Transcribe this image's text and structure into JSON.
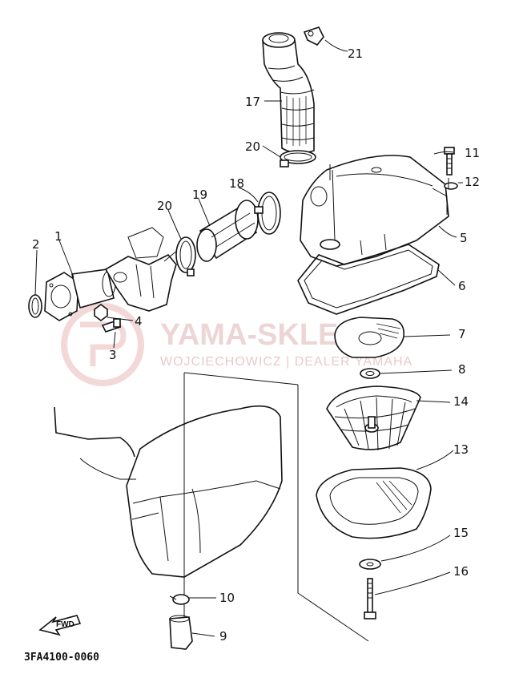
{
  "diagram": {
    "code": "3FA4100-0060",
    "watermark": {
      "title": "YAMA-SKLEP.PL",
      "subtitle": "WOJCIECHOWICZ | DEALER YAMAHA"
    },
    "fwd_label": "FWD",
    "callouts": [
      {
        "id": "1",
        "label": "1"
      },
      {
        "id": "2",
        "label": "2"
      },
      {
        "id": "3",
        "label": "3"
      },
      {
        "id": "4",
        "label": "4"
      },
      {
        "id": "5",
        "label": "5"
      },
      {
        "id": "6",
        "label": "6"
      },
      {
        "id": "7",
        "label": "7"
      },
      {
        "id": "8",
        "label": "8"
      },
      {
        "id": "9",
        "label": "9"
      },
      {
        "id": "10",
        "label": "10"
      },
      {
        "id": "11",
        "label": "11"
      },
      {
        "id": "12",
        "label": "12"
      },
      {
        "id": "13",
        "label": "13"
      },
      {
        "id": "14",
        "label": "14"
      },
      {
        "id": "15",
        "label": "15"
      },
      {
        "id": "16",
        "label": "16"
      },
      {
        "id": "17",
        "label": "17"
      },
      {
        "id": "18",
        "label": "18"
      },
      {
        "id": "19",
        "label": "19"
      },
      {
        "id": "20a",
        "label": "20"
      },
      {
        "id": "20b",
        "label": "20"
      },
      {
        "id": "21",
        "label": "21"
      }
    ]
  }
}
